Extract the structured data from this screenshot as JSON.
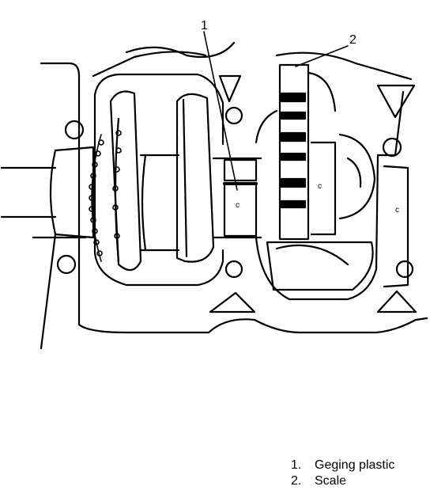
{
  "callouts": [
    "1",
    "2"
  ],
  "legend": [
    {
      "num": "1.",
      "label": "Geging plastic"
    },
    {
      "num": "2.",
      "label": "Scale"
    }
  ],
  "colors": {
    "ink": "#000000",
    "paper": "#ffffff"
  }
}
